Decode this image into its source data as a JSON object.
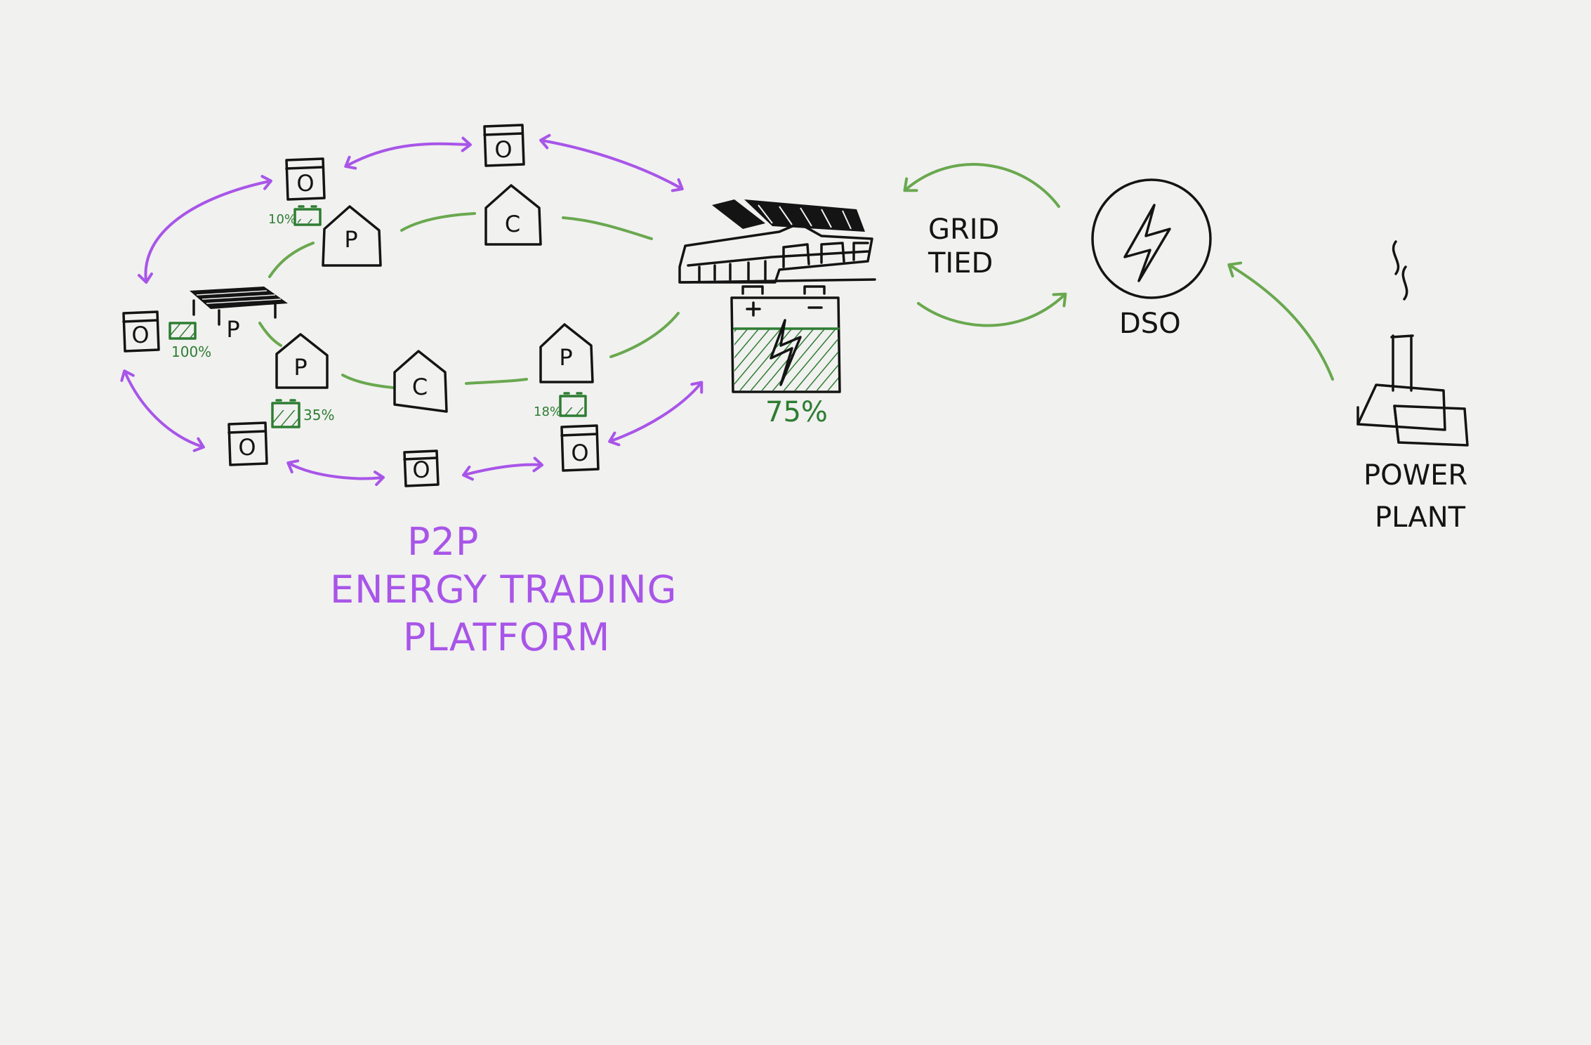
{
  "colors": {
    "background": "#f1f1f0",
    "ink": "#141414",
    "trade_arrow": "#a855e8",
    "energy_flow": "#6aa84f",
    "battery": "#2e7d32"
  },
  "node_letters": {
    "o": "O",
    "p": "P",
    "c": "C"
  },
  "batteries": {
    "top_left": "10%",
    "carport": "100%",
    "left_lower": "35%",
    "right_lower": "18%",
    "main_storage": "75%"
  },
  "labels": {
    "grid_tied_line1": "GRID",
    "grid_tied_line2": "TIED",
    "dso": "DSO",
    "power_plant_line1": "POWER",
    "power_plant_line2": "PLANT",
    "platform_line1": "P2P",
    "platform_line2": "ENERGY TRADING",
    "platform_line3": "PLATFORM"
  },
  "icons": [
    "house-icon",
    "meter-icon",
    "battery-icon",
    "solar-warehouse-icon",
    "lightning-bolt-icon",
    "power-plant-icon",
    "carport-solar-icon"
  ]
}
